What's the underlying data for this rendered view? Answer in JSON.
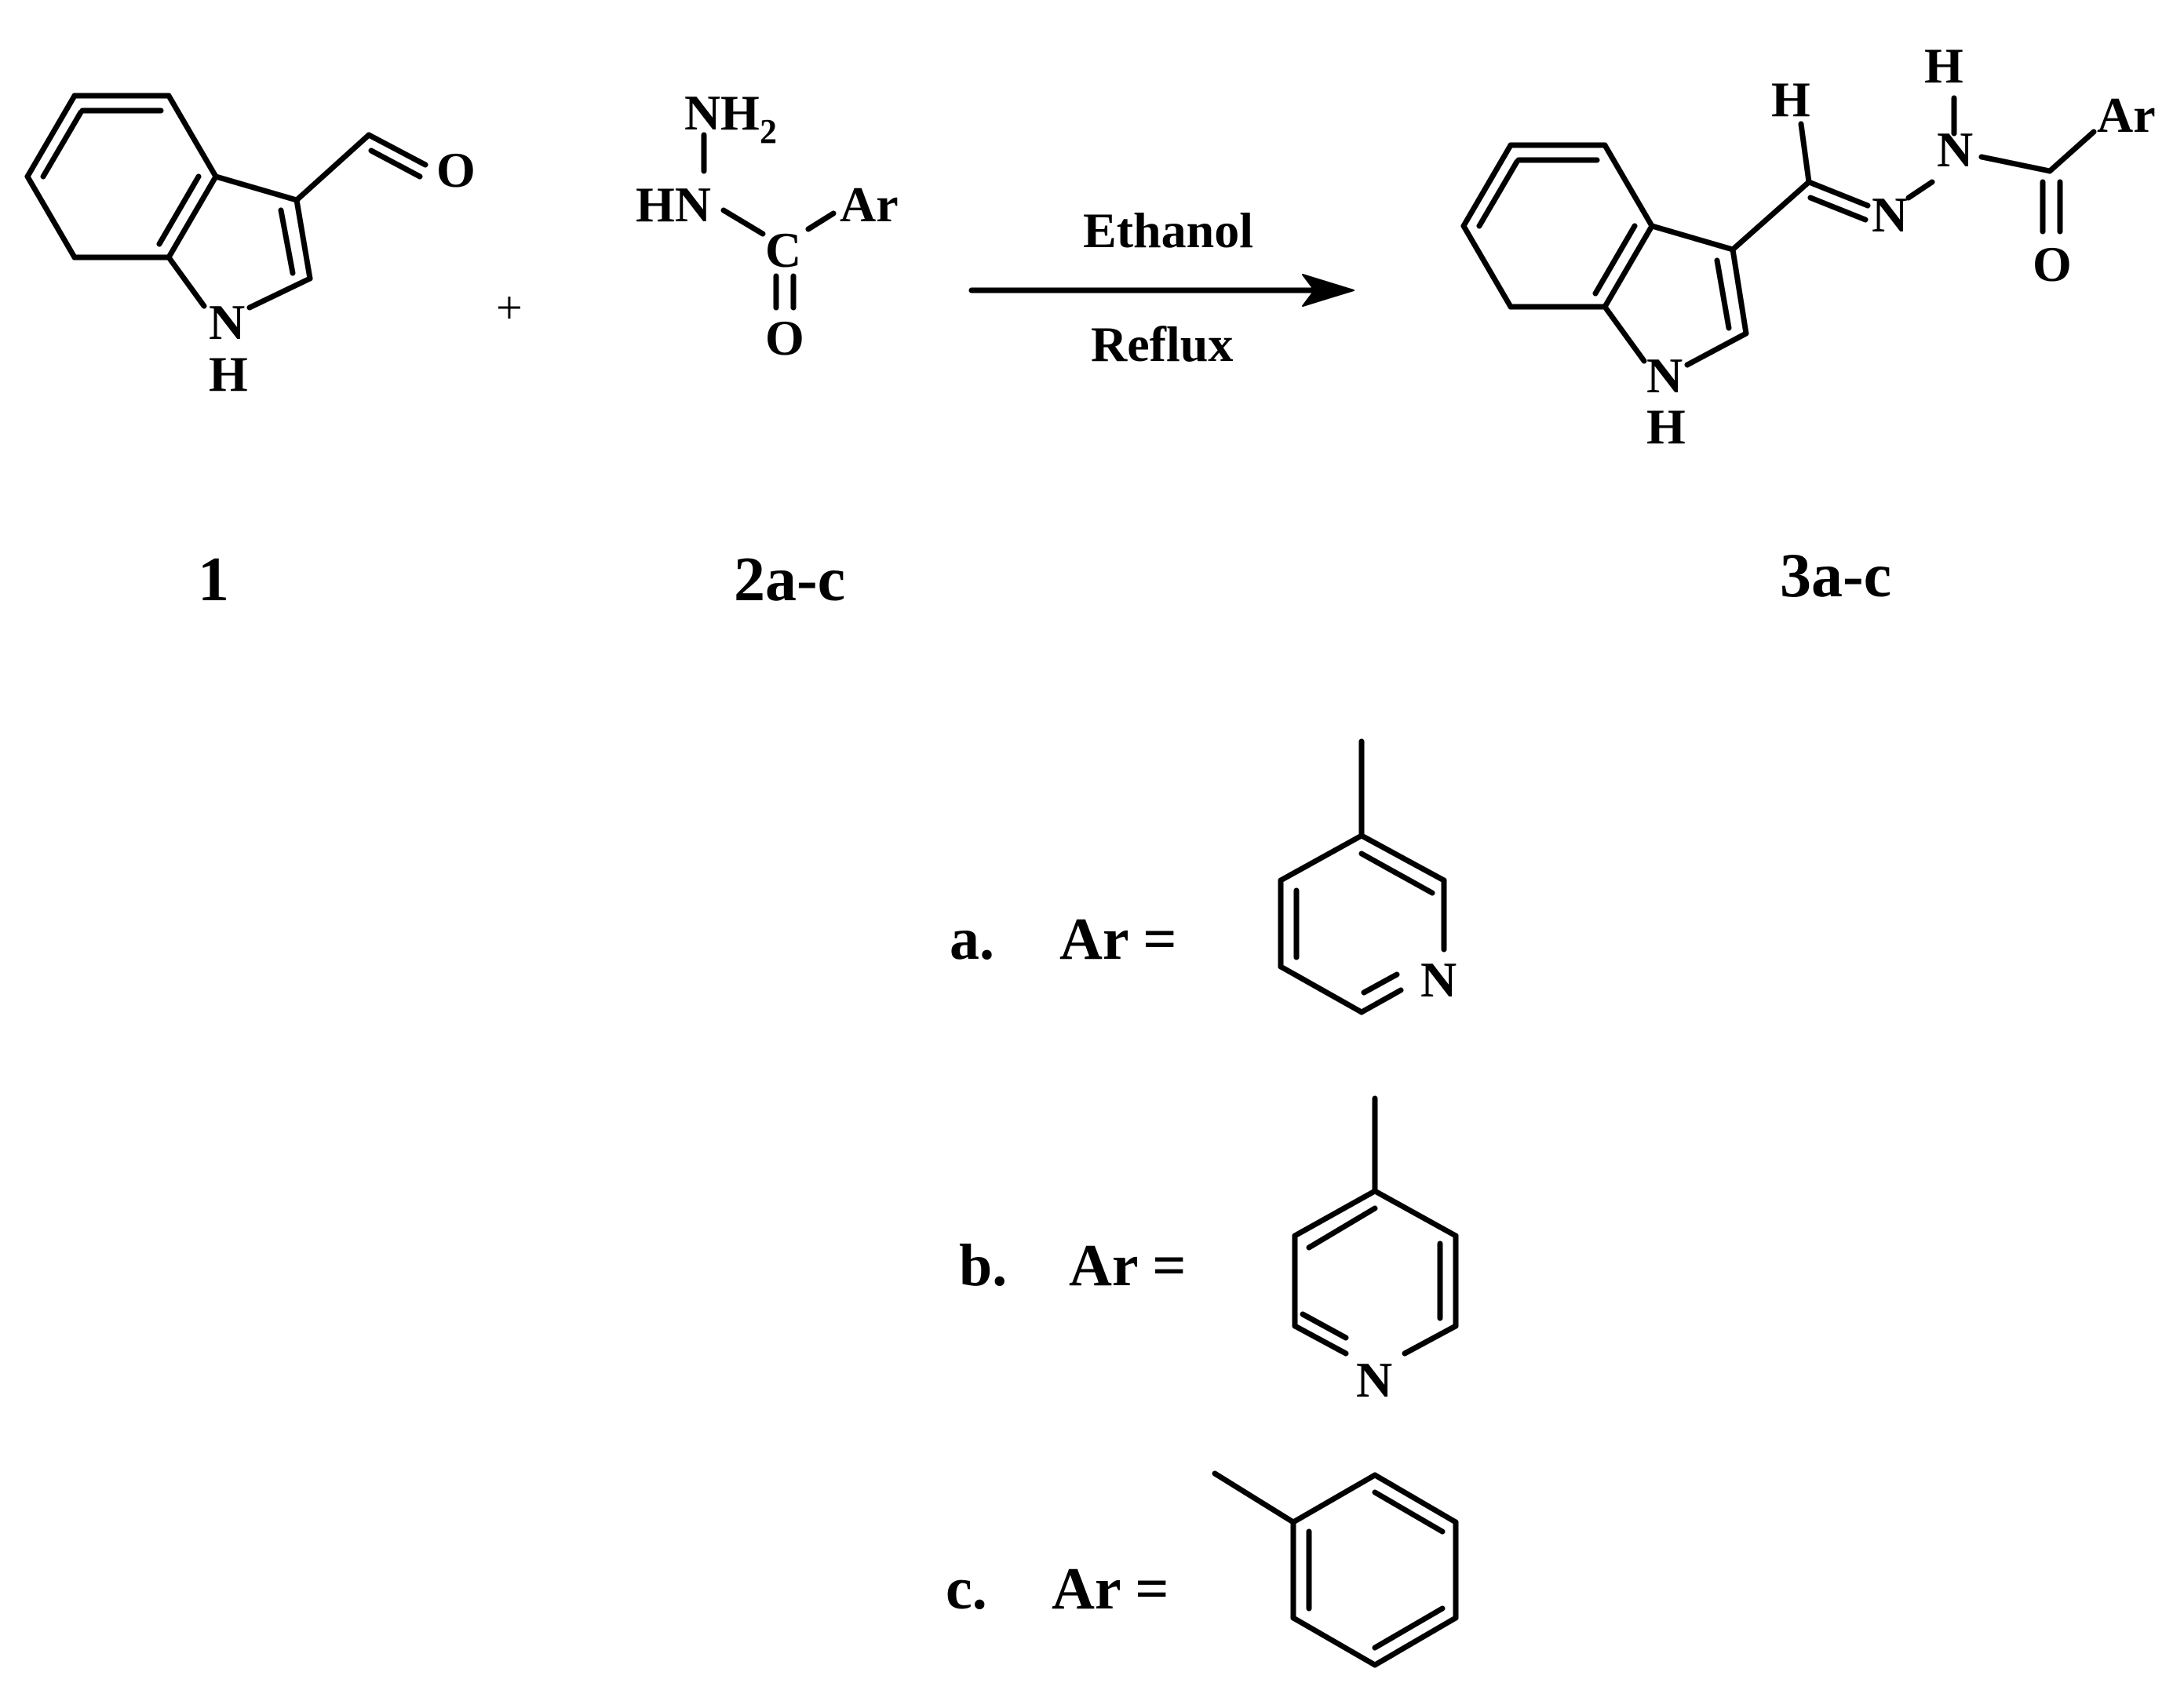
{
  "reaction": {
    "reactant1": {
      "label": "1",
      "atoms": {
        "O": "O",
        "N": "N",
        "H": "H"
      }
    },
    "plus": "+",
    "reactant2": {
      "label": "2a-c",
      "atoms": {
        "N": "N",
        "H2": "2",
        "HN": "HN",
        "C": "C",
        "Ar": "Ar",
        "O": "O"
      }
    },
    "conditions": {
      "solvent": "Ethanol",
      "mode": "Reflux"
    },
    "product": {
      "label": "3a-c",
      "atoms": {
        "H": "H",
        "N": "N",
        "Ar": "Ar",
        "O": "O"
      }
    }
  },
  "substituents": [
    {
      "letter": "a.",
      "ar_label": "Ar =",
      "ring_atom": "N"
    },
    {
      "letter": "b.",
      "ar_label": "Ar =",
      "ring_atom": "N"
    },
    {
      "letter": "c.",
      "ar_label": "Ar =",
      "ring_atom": ""
    }
  ]
}
